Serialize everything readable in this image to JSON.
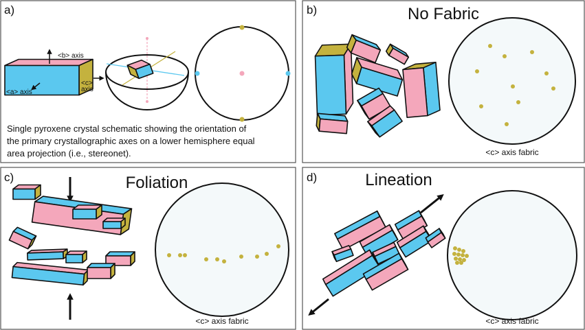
{
  "colors": {
    "a_face": "#5bc8ef",
    "b_face": "#f4a7bb",
    "c_face": "#c4b23e",
    "outline": "#111111"
  },
  "panels": {
    "a": {
      "label": "a)",
      "b_axis": "<b> axis",
      "a_axis": "<a> axis",
      "c_axis_1": "<c>",
      "c_axis_2": "axis",
      "caption": [
        "Single pyroxene crystal schematic showing the orientation of",
        "the primary crystallographic axes on a lower hemisphere equal",
        "area projection (i.e., stereonet)."
      ]
    },
    "b": {
      "label": "b)",
      "title": "No Fabric",
      "fabric_label": "<c> axis fabric"
    },
    "c": {
      "label": "c)",
      "title": "Foliation",
      "fabric_label": "<c> axis fabric"
    },
    "d": {
      "label": "d)",
      "title": "Lineation",
      "fabric_label": "<c> axis fabric"
    }
  }
}
